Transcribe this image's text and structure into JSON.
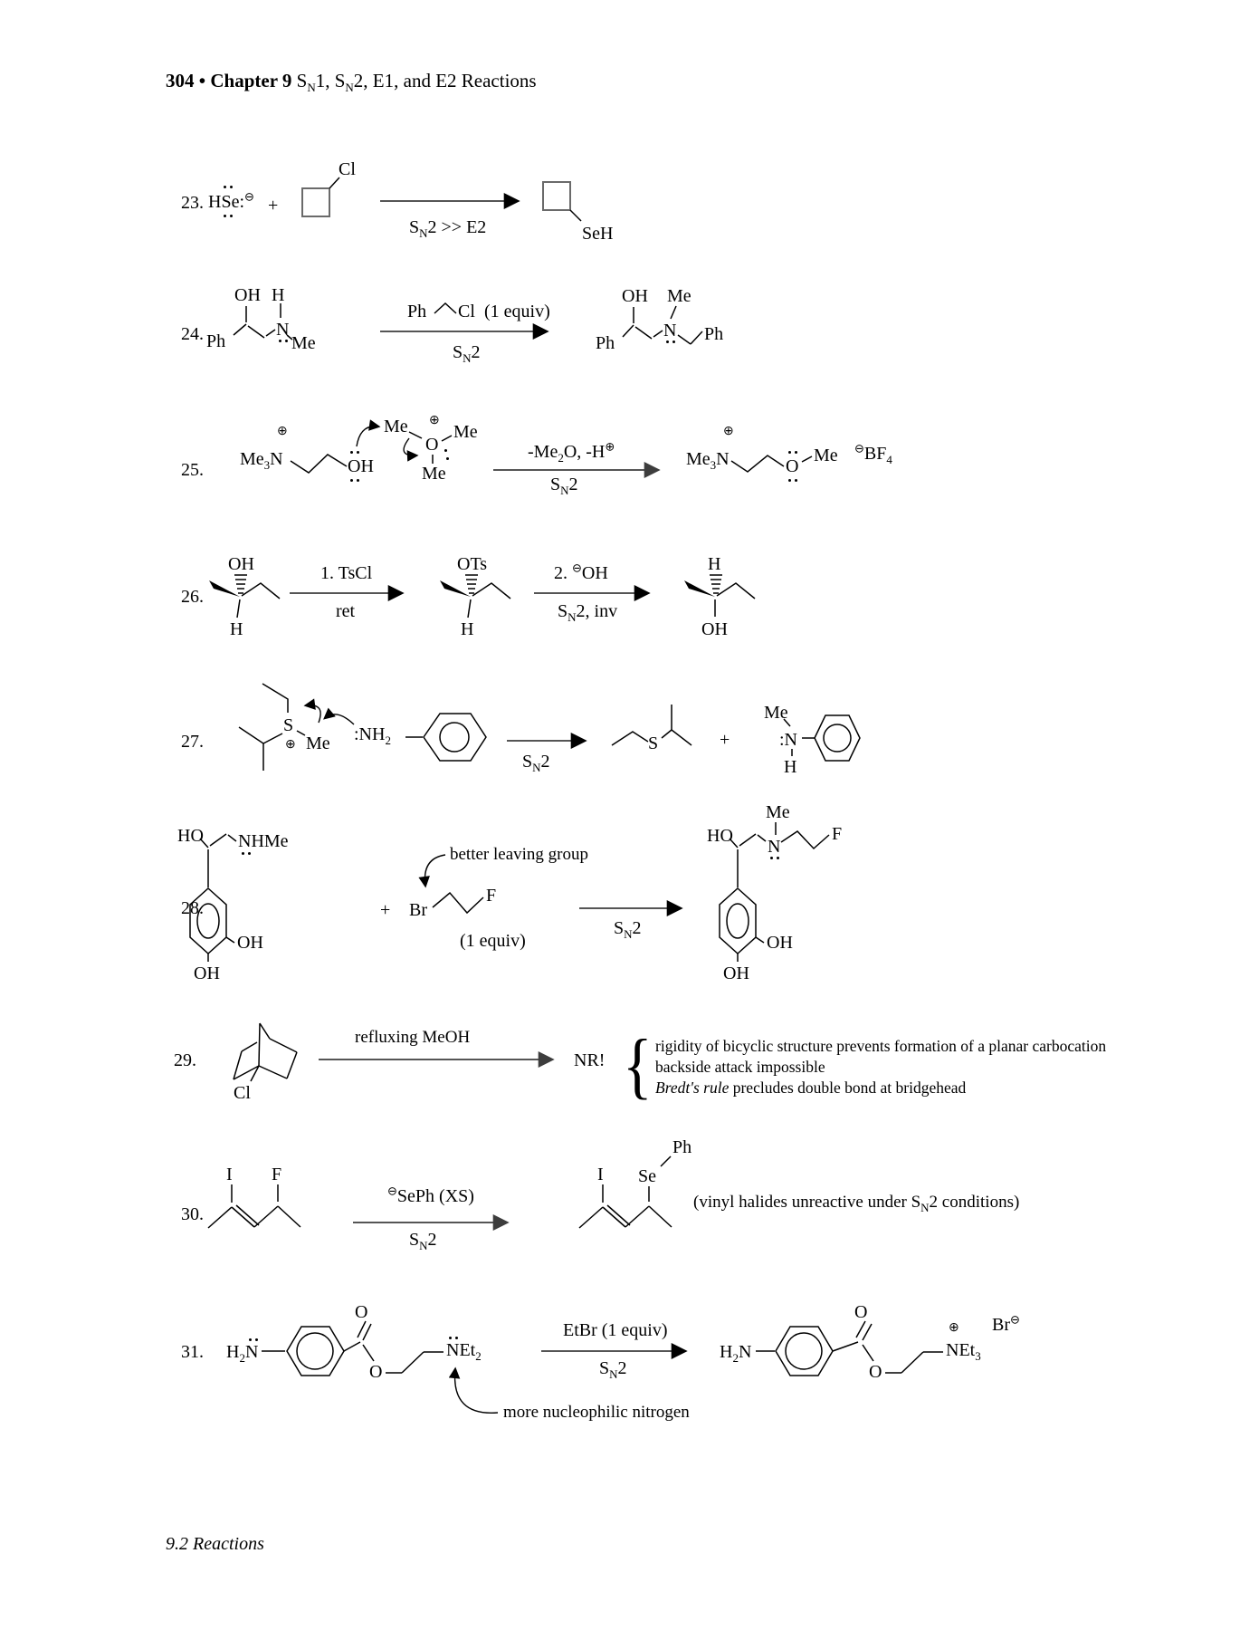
{
  "common": {
    "S": "S",
    "N": "N",
    "plus": "+",
    "oplus": "⊕",
    "ominus": "⊖"
  },
  "header": {
    "bold": "304 • Chapter 9 ",
    "r1": "1, S",
    "r2": "2, E1, and E2 Reactions"
  },
  "footer": {
    "text": "9.2 Reactions"
  },
  "p23": {
    "num": "23.",
    "nucleophile": "HSe:",
    "cl": "Cl",
    "cond_rest": "2 >> E2",
    "product": "SeH"
  },
  "p24": {
    "num": "24.",
    "ph": "Ph",
    "oh": "OH",
    "h": "H",
    "n": "N",
    "me": "Me",
    "cond_ph": "Ph",
    "cond_cl": "Cl",
    "cond_equiv": "(1 equiv)",
    "sn_rest": "2",
    "p_ph": "Ph",
    "p_oh": "OH",
    "p_me": "Me",
    "p_n": "N",
    "p_ph2": "Ph"
  },
  "p25": {
    "num": "25.",
    "me": "Me",
    "sub3": "3",
    "n": "N",
    "oh": "OH",
    "ox_me1": "Me",
    "ox_me2": "Me",
    "ox_me3": "Me",
    "o": "O",
    "cond_a": "-Me",
    "cond_sub2": "2",
    "cond_b": "O, -H",
    "sn_rest": "2",
    "p_o": "O",
    "p_me": "Me",
    "bf": "BF",
    "sub4": "4"
  },
  "p26": {
    "num": "26.",
    "oh": "OH",
    "h": "H",
    "cond1a": "1. TsCl",
    "cond1b": "ret",
    "ots": "OTs",
    "h2": "H",
    "cond2_pre": "2. ",
    "cond2_oh": "OH",
    "cond2b_rest": "2, inv",
    "p_h": "H",
    "p_oh": "OH"
  },
  "p27": {
    "num": "27.",
    "s": "S",
    "me": "Me",
    "nh": ":NH",
    "sub2": "2",
    "sn_rest": "2",
    "p_s": "S",
    "p_me": "Me",
    "p_n": ":N",
    "p_h": "H"
  },
  "p28": {
    "num": "28.",
    "ho": "HO",
    "nhme": "NHMe",
    "oh1": "OH",
    "oh2": "OH",
    "br": "Br",
    "f": "F",
    "note": "better leaving group",
    "equiv": "(1 equiv)",
    "sn_rest": "2",
    "p_ho": "HO",
    "p_me": "Me",
    "p_n": "N",
    "p_f": "F",
    "p_oh1": "OH",
    "p_oh2": "OH"
  },
  "p29": {
    "num": "29.",
    "cl": "Cl",
    "cond": "refluxing MeOH",
    "nr": "NR!",
    "brace": "{",
    "line1": "rigidity of bicyclic structure prevents formation of a planar carbocation",
    "line2": "backside attack impossible",
    "line3_italic": "Bredt's rule",
    "line3_rest": " precludes double bond at bridgehead"
  },
  "p30": {
    "num": "30.",
    "i": "I",
    "f": "F",
    "cond": "SePh (XS)",
    "sn_rest": "2",
    "p_i": "I",
    "se": "Se",
    "ph": "Ph",
    "note_a": "(vinyl halides unreactive under S",
    "note_b": "2 conditions)"
  },
  "p31": {
    "num": "31.",
    "h": "H",
    "sub2": "2",
    "n": "N",
    "o1": "O",
    "o2": "O",
    "net": "NEt",
    "net_sub": "2",
    "note": "more nucleophilic nitrogen",
    "cond": "EtBr (1 equiv)",
    "sn_rest": "2",
    "p_o1": "O",
    "p_o2": "O",
    "p_net": "NEt",
    "p_net_sub": "3",
    "br": "Br"
  }
}
